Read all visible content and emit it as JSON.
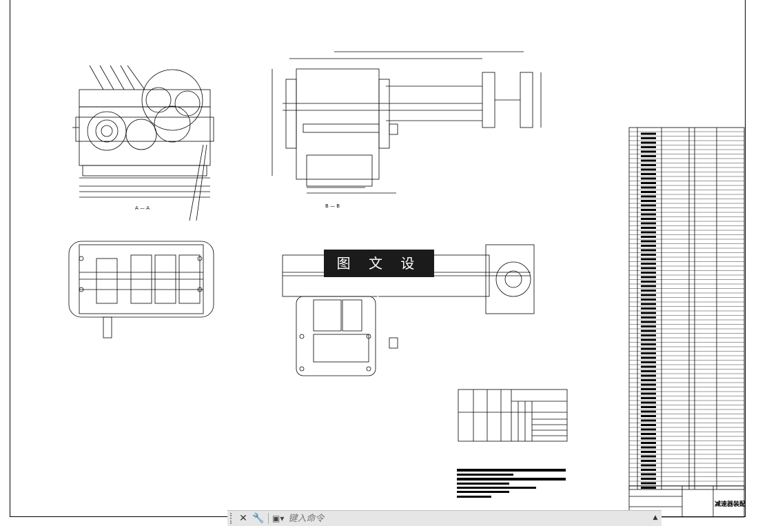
{
  "watermark": {
    "text": "图 文 设 计"
  },
  "section_labels": {
    "a": "A — A",
    "b": "B — B"
  },
  "title_block": {
    "drawing_title": "减速器装配"
  },
  "command_line": {
    "placeholder": "键入命令"
  },
  "icons": {
    "close": "close-icon",
    "customize": "wrench-icon",
    "command": "command-prompt-icon",
    "scroll": "chevron-up-icon"
  },
  "colors": {
    "line": "#000000",
    "background": "#ffffff",
    "watermark_bg": "#1b1b1b",
    "cmdbar_bg": "#e6e6e6"
  }
}
